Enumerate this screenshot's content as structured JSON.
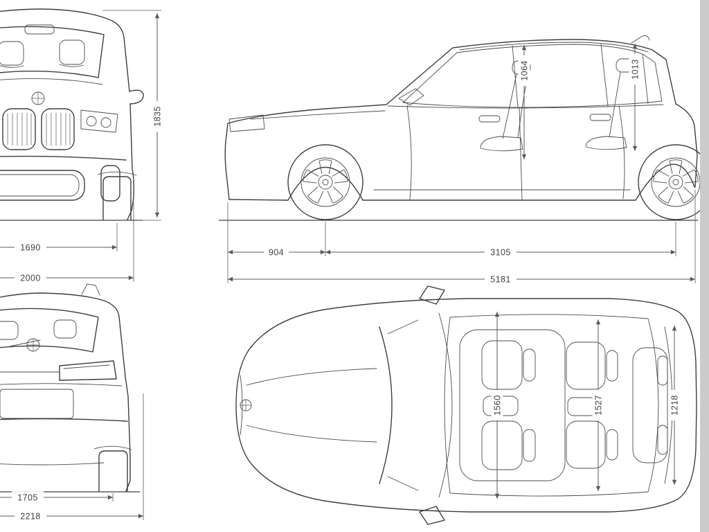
{
  "colors": {
    "background": "#ffffff",
    "line_art": "#3d3d40",
    "dimension_lines": "#5a5a5f",
    "dimension_text": "#404045",
    "edge_strip": "#cbcbcb"
  },
  "icons": {
    "brand_roundel": "quartered-circle vehicle logo"
  },
  "views": {
    "front": {
      "height": "1835",
      "track_width": "1690",
      "body_width": "2000"
    },
    "side": {
      "front_headroom": "1064",
      "rear_headroom": "1013",
      "front_overhang": "904",
      "wheelbase": "3105",
      "overall_length": "5181"
    },
    "rear": {
      "track_width": "1705",
      "width_with_mirrors": "2218"
    },
    "top": {
      "front_interior_width": "1560",
      "middle_interior_width": "1527",
      "rear_interior_width": "1218"
    }
  }
}
